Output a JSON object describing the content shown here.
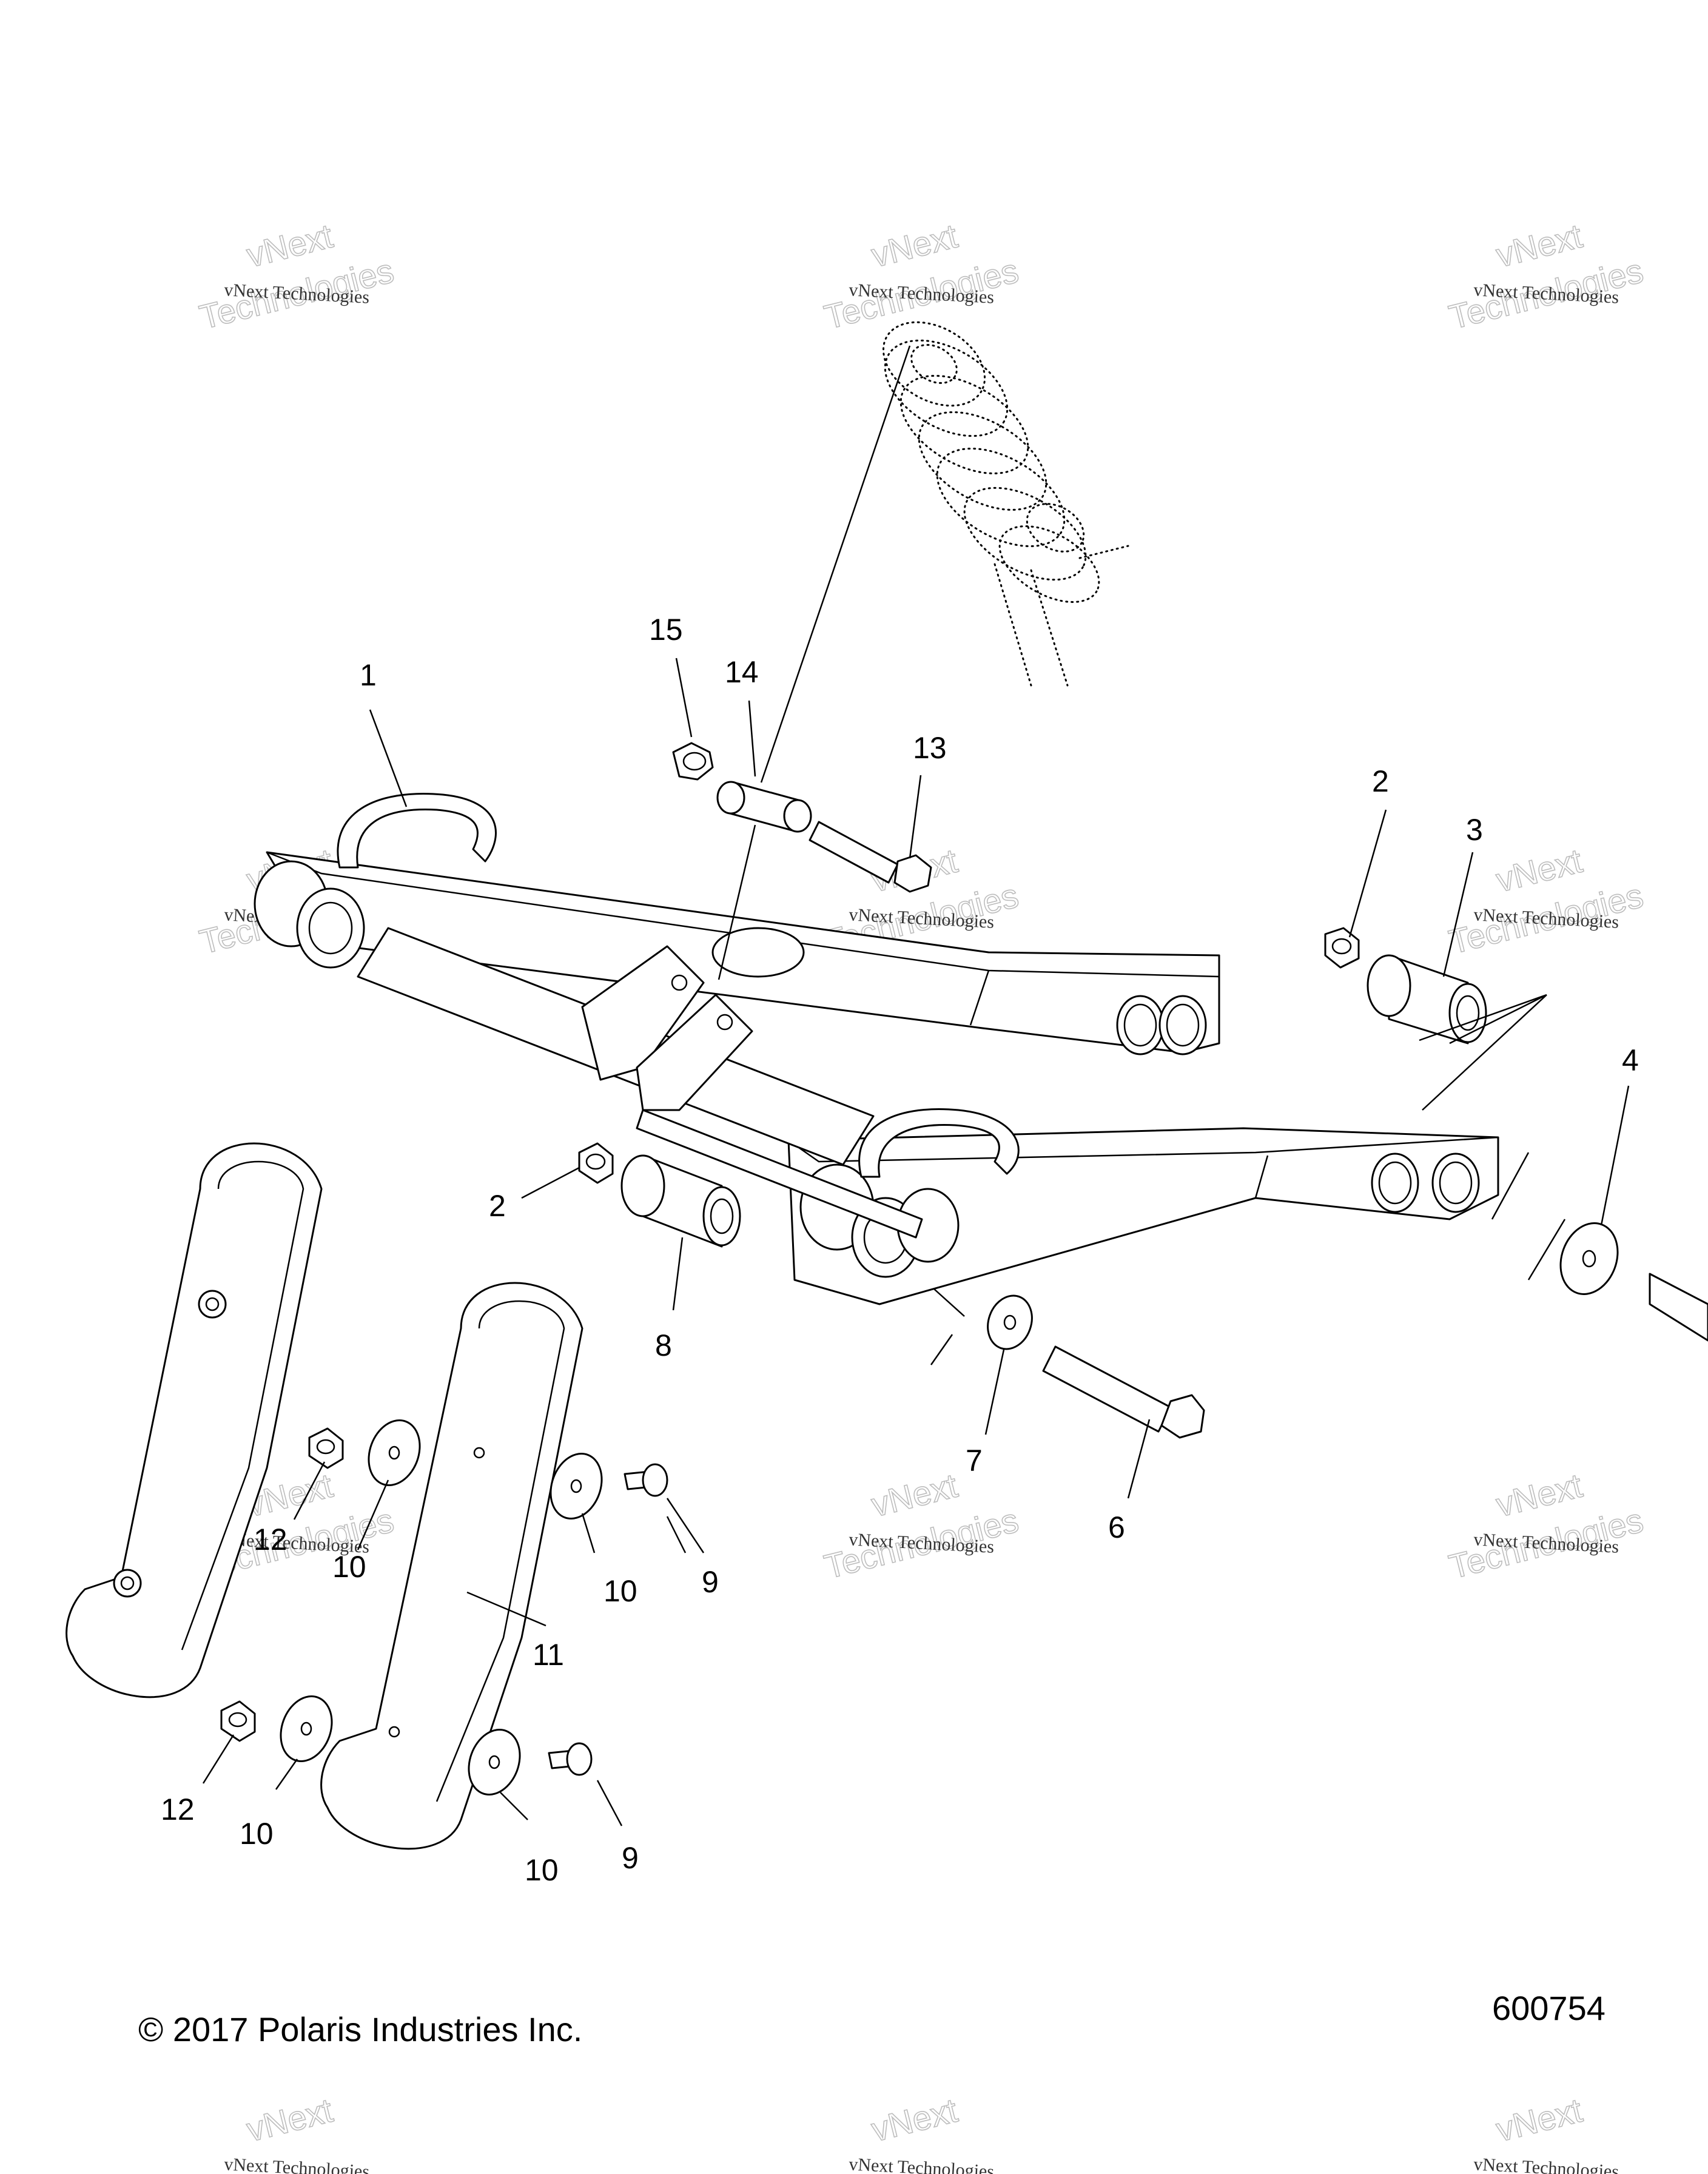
{
  "callouts": [
    {
      "id": "c1",
      "label": "1"
    },
    {
      "id": "c2a",
      "label": "2"
    },
    {
      "id": "c2b",
      "label": "2"
    },
    {
      "id": "c3",
      "label": "3"
    },
    {
      "id": "c4",
      "label": "4"
    },
    {
      "id": "c6",
      "label": "6"
    },
    {
      "id": "c7",
      "label": "7"
    },
    {
      "id": "c8",
      "label": "8"
    },
    {
      "id": "c9a",
      "label": "9"
    },
    {
      "id": "c9b",
      "label": "9"
    },
    {
      "id": "c10a",
      "label": "10"
    },
    {
      "id": "c10b",
      "label": "10"
    },
    {
      "id": "c10c",
      "label": "10"
    },
    {
      "id": "c10d",
      "label": "10"
    },
    {
      "id": "c11",
      "label": "11"
    },
    {
      "id": "c12a",
      "label": "12"
    },
    {
      "id": "c12b",
      "label": "12"
    },
    {
      "id": "c13",
      "label": "13"
    },
    {
      "id": "c14",
      "label": "14"
    },
    {
      "id": "c15",
      "label": "15"
    }
  ],
  "watermark": {
    "line1": "vNext Technologies",
    "line2": "vNext",
    "line3": "Technologies"
  },
  "copyright": "© 2017 Polaris Industries Inc.",
  "diagram_number": "600754"
}
